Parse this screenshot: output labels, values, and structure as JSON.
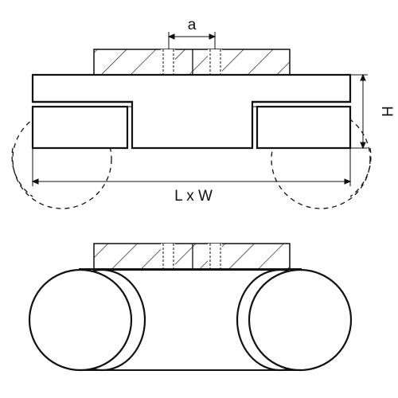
{
  "labels": {
    "spacing": "a",
    "height": "H",
    "footprint": "L x W"
  },
  "colors": {
    "stroke": "#111111",
    "background": "#ffffff"
  }
}
